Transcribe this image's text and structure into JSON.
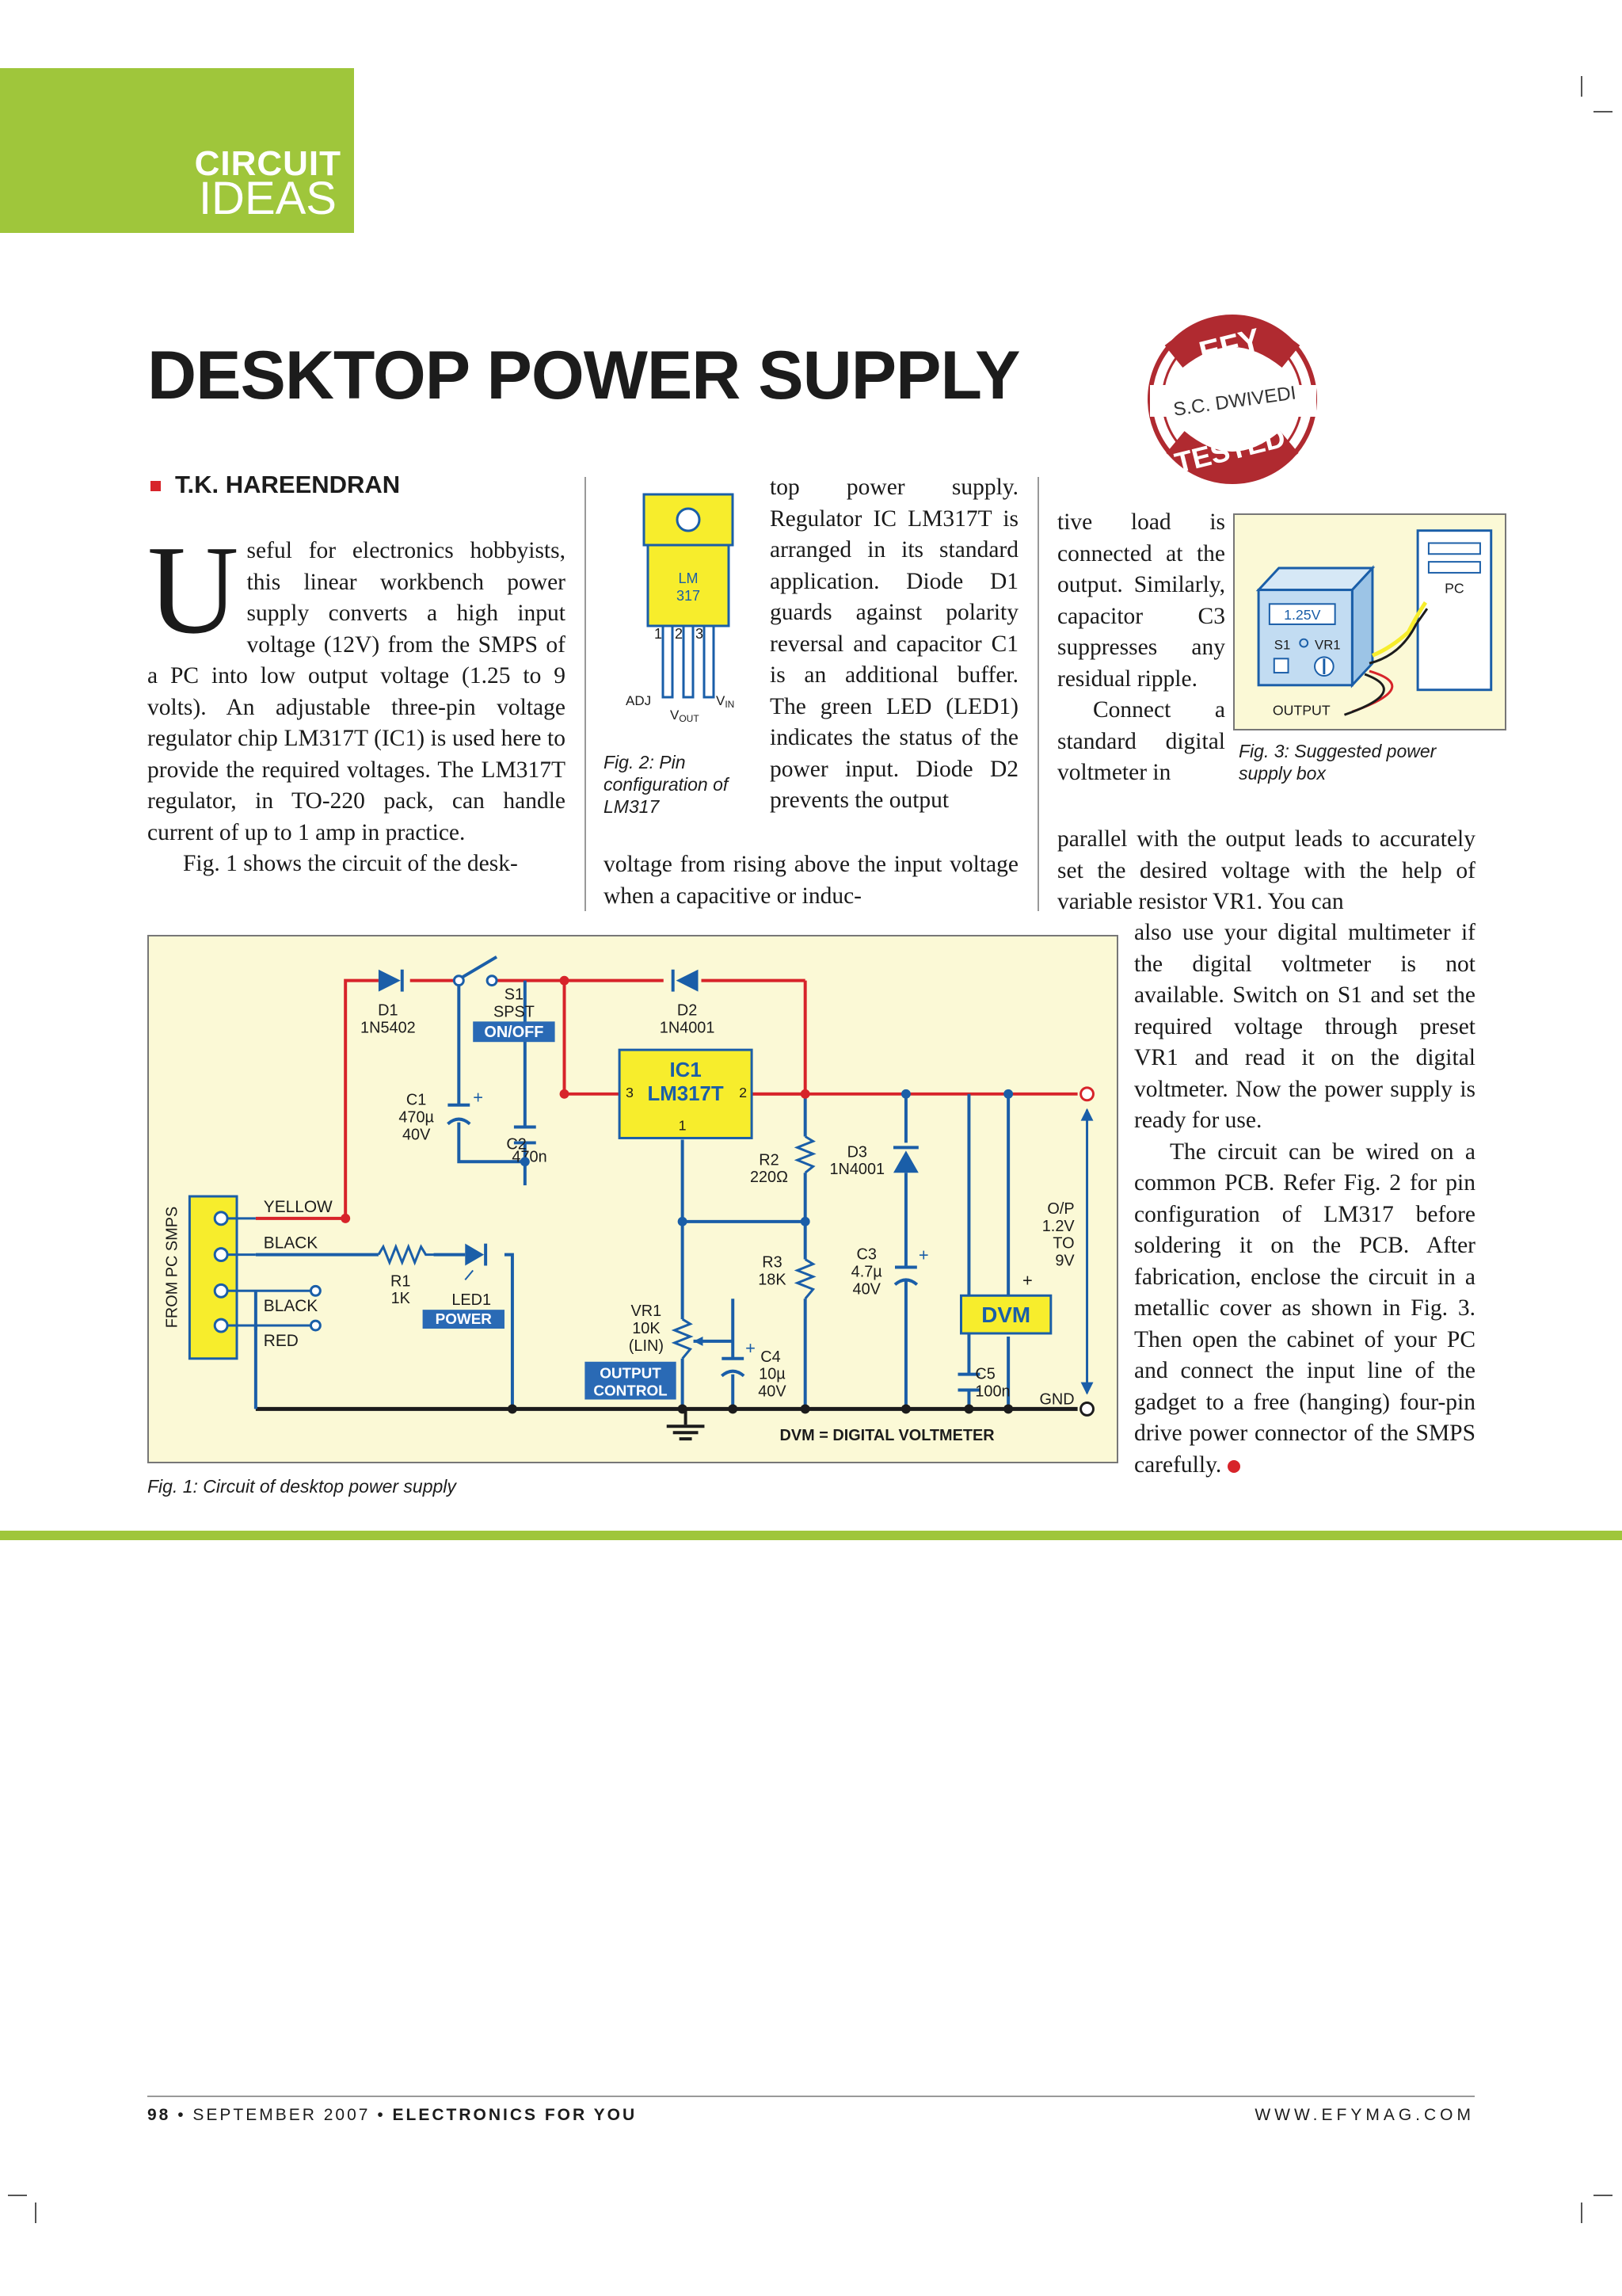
{
  "section": {
    "line1": "CIRCUIT",
    "line2": "IDEAS"
  },
  "title": "DESKTOP POWER SUPPLY",
  "author": "T.K. HAREENDRAN",
  "stamp": {
    "top": "EFY",
    "middle": "S.C. DWIVEDI",
    "bottom": "TESTED"
  },
  "body": {
    "col1_dropcap": "U",
    "col1_p1": "seful for electronics hobbyists, this linear workbench power supply converts a high input voltage (12V) from the SMPS of a PC into low output voltage (1.25 to 9 volts). An adjustable three-pin voltage regulator chip LM317T (IC1) is used here to provide the required voltages. The LM317T regulator, in TO-220 pack, can handle current of up to 1 amp in practice.",
    "col1_p2": "Fig. 1 shows the circuit of the desk-",
    "col2_top": "top power supply. Regulator IC LM317T is arranged in its standard application. Diode D1 guards against polarity reversal and capacitor C1 is an additional buffer. The green LED (LED1) indicates the status of the power input. Diode D2 prevents the output",
    "col2_bottom": "voltage from rising above the input voltage when a capacitive or induc-",
    "col3_top": "tive load is connected at the output. Similarly, capacitor C3 suppresses any residual ripple.",
    "col3_p2": "Connect a standard digital voltmeter in",
    "col3_wide": "parallel with the output leads to accurately set the desired voltage with the help of variable resistor VR1. You can",
    "col3_lower_p1": "also use your digital multimeter if the digital voltmeter is not available. Switch on S1 and set the required voltage through preset VR1 and read it on the digital voltmeter. Now the power supply is ready for use.",
    "col3_lower_p2": "The circuit can be wired on a common PCB. Refer Fig. 2 for pin configuration of LM317 before soldering it on the PCB. After fabrication, enclose the circuit in a metallic cover as shown in Fig. 3. Then open the cabinet of your PC and connect the input line of the gadget to a free (hanging) four-pin drive power connector of the SMPS carefully."
  },
  "fig1": {
    "caption": "Fig. 1: Circuit of desktop power supply",
    "labels": {
      "d1": "D1",
      "d1_val": "1N5402",
      "s1": "S1",
      "s1_type": "SPST",
      "s1_tag": "ON/OFF",
      "d2": "D2",
      "d2_val": "1N4001",
      "ic1": "IC1",
      "ic1_val": "LM317T",
      "pin3": "3",
      "pin2": "2",
      "pin1": "1",
      "c1": "C1",
      "c1_val1": "470µ",
      "c1_val2": "40V",
      "c2": "C2",
      "c2_val": "470n",
      "r2": "R2",
      "r2_val": "220Ω",
      "d3": "D3",
      "d3_val": "1N4001",
      "op1": "O/P",
      "op2": "1.2V",
      "op3": "TO",
      "op4": "9V",
      "yellow": "YELLOW",
      "black1": "BLACK",
      "black2": "BLACK",
      "red": "RED",
      "smps": "FROM PC SMPS",
      "r1": "R1",
      "r1_val": "1K",
      "led1": "LED1",
      "power_tag": "POWER",
      "r3": "R3",
      "r3_val": "18K",
      "c3": "C3",
      "c3_val1": "4.7µ",
      "c3_val2": "40V",
      "plus": "+",
      "dvm": "DVM",
      "vr1": "VR1",
      "vr1_val1": "10K",
      "vr1_val2": "(LIN)",
      "oc1": "OUTPUT",
      "oc2": "CONTROL",
      "c4": "C4",
      "c4_val1": "10µ",
      "c4_val2": "40V",
      "c5": "C5",
      "c5_val": "100n",
      "gnd": "GND",
      "dvm_note": "DVM = DIGITAL VOLTMETER"
    }
  },
  "fig2": {
    "caption": "Fig. 2: Pin configuration of LM317",
    "chip1": "LM",
    "chip2": "317",
    "p1": "1",
    "p2": "2",
    "p3": "3",
    "adj": "ADJ",
    "vout": "V",
    "vout_sub": "OUT",
    "vin": "V",
    "vin_sub": "IN"
  },
  "fig3": {
    "caption": "Fig. 3: Suggested power supply box",
    "pc": "PC",
    "display": "1.25V",
    "s1": "S1",
    "vr1": "VR1",
    "output": "OUTPUT"
  },
  "footer": {
    "page": "98",
    "issue": "SEPTEMBER 2007",
    "mag": "ELECTRONICS FOR YOU",
    "url": "WWW.EFYMAG.COM"
  },
  "colors": {
    "accent_green": "#9fc63b",
    "wire_red": "#d7242a",
    "wire_blue": "#1a5ea8",
    "chip_yellow": "#f7ed2c",
    "tag_blue": "#2a6ab5"
  }
}
